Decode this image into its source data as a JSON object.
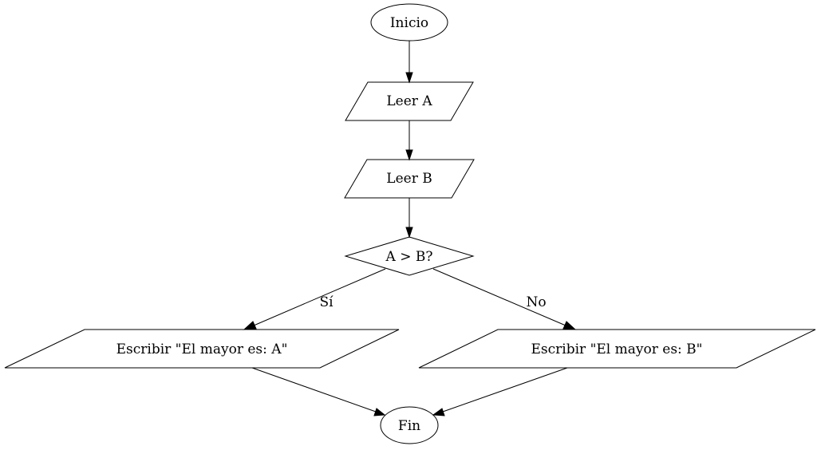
{
  "nodes": {
    "inicio": "Inicio",
    "leer_a": "Leer A",
    "leer_b": "Leer B",
    "decision": "A > B?",
    "escribir_a": "Escribir \"El mayor es: A\"",
    "escribir_b": "Escribir \"El mayor es: B\"",
    "fin": "Fin"
  },
  "edges": {
    "yes_label": "Sí",
    "no_label": "No"
  }
}
